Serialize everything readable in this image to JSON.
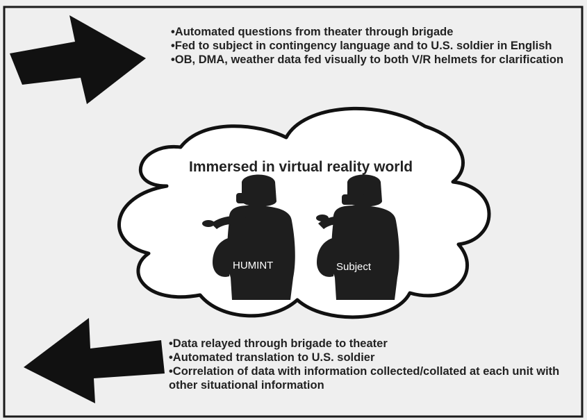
{
  "top_bullets": [
    "•Automated questions from theater through brigade",
    "•Fed to subject in contingency language and to U.S. soldier in English",
    "•OB, DMA, weather data fed visually to both V/R helmets for clarification"
  ],
  "cloud": {
    "title": "Immersed in virtual reality world",
    "figures": [
      {
        "label": "HUMINT"
      },
      {
        "label": "Subject"
      }
    ]
  },
  "bottom_bullets": [
    "•Data relayed through brigade to theater",
    "•Automated translation to U.S. soldier",
    "•Correlation of data with information collected/collated at each unit with other situational information"
  ],
  "colors": {
    "background": "#efefef",
    "frame": "#1a1a1a",
    "arrow": "#111111",
    "figure": "#1e1e1e",
    "text": "#222222"
  },
  "icons": [
    "arrow-right-icon",
    "arrow-left-icon",
    "cloud-shape",
    "vr-person-figure"
  ]
}
